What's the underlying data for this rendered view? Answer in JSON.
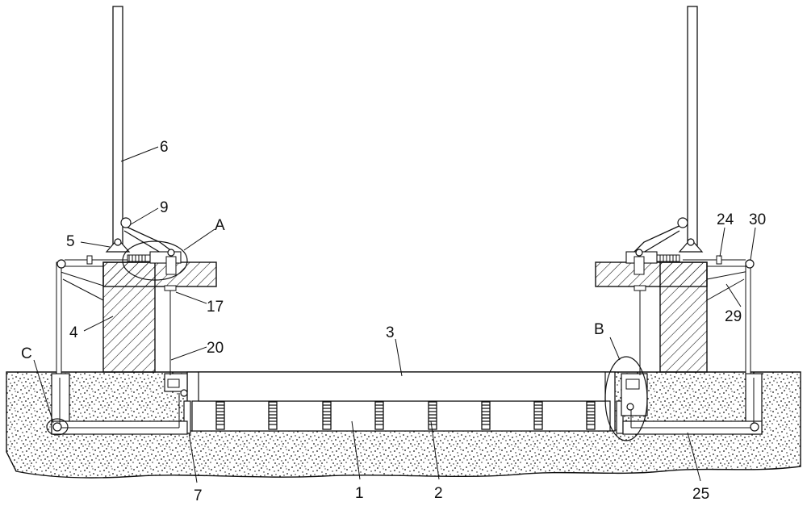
{
  "labels": {
    "l1": "1",
    "l2": "2",
    "l3": "3",
    "l4": "4",
    "l5": "5",
    "l6": "6",
    "l7": "7",
    "l9": "9",
    "l17": "17",
    "l20": "20",
    "l24": "24",
    "l25": "25",
    "l29": "29",
    "l30": "30",
    "lA": "A",
    "lB": "B",
    "lC": "C"
  },
  "colors": {
    "line": "#111111",
    "background": "#ffffff"
  }
}
